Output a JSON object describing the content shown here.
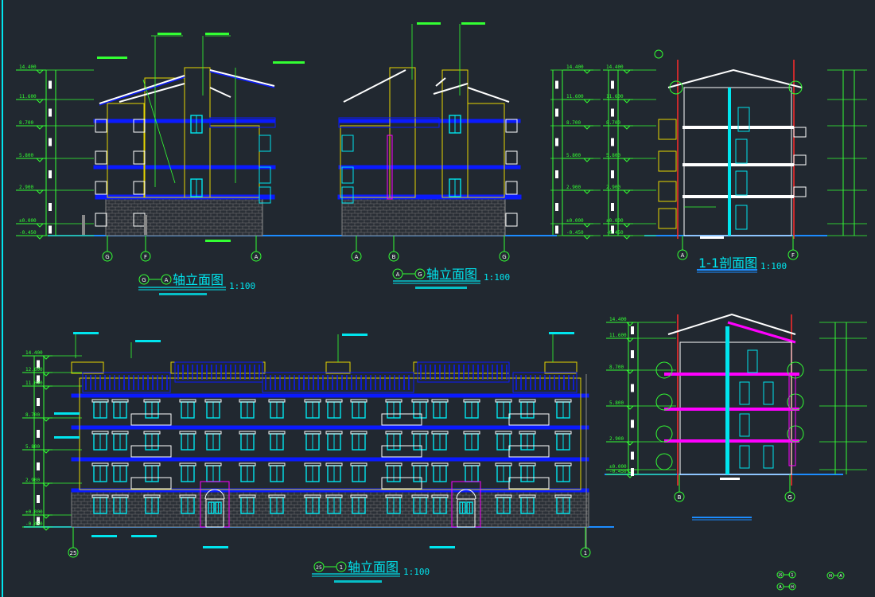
{
  "drawings": {
    "elev_g_a": {
      "title": "轴立面图",
      "axis_from": "G",
      "axis_to": "A",
      "scale": "1:100",
      "axes": [
        "G",
        "F",
        "A"
      ],
      "levels": [
        "14.400",
        "11.600",
        "8.700",
        "5.800",
        "2.900",
        "±0.000",
        "-0.450"
      ]
    },
    "elev_a_g": {
      "title": "轴立面图",
      "axis_from": "A",
      "axis_to": "G",
      "scale": "1:100",
      "axes": [
        "A",
        "B",
        "G"
      ],
      "levels": [
        "14.400",
        "11.600",
        "8.700",
        "5.800",
        "2.900",
        "±0.000",
        "-0.450"
      ]
    },
    "section_1_1": {
      "title": "1-1剖面图",
      "scale": "1:100",
      "axes": [
        "A",
        "F"
      ],
      "levels": [
        "14.400",
        "11.600",
        "8.700",
        "5.800",
        "2.900",
        "±0.000",
        "-0.450"
      ]
    },
    "elev_25_1": {
      "title": "轴立面图",
      "axis_from": "25",
      "axis_to": "1",
      "scale": "1:100",
      "axes": [
        "25",
        "1"
      ],
      "levels": [
        "14.400",
        "12.600",
        "11.600",
        "8.700",
        "5.800",
        "2.900",
        "±0.000",
        "-0.450"
      ]
    },
    "section_2": {
      "axes": [
        "B",
        "G"
      ],
      "levels": [
        "14.400",
        "11.600",
        "8.700",
        "5.800",
        "2.900",
        "±0.000",
        "-0.450"
      ]
    }
  },
  "legend": {
    "items": [
      [
        "25",
        "1"
      ],
      [
        "H",
        "A"
      ],
      [
        "A",
        "H"
      ]
    ]
  },
  "colors": {
    "background": "#212830",
    "dimension": "#33ff33",
    "wall": "#e6d600",
    "window": "#00e5ee",
    "slab": "#0a1aff",
    "ground": "#1c8cff",
    "section_cut": "#ff00ff",
    "grid_red": "#ff2a2a"
  }
}
